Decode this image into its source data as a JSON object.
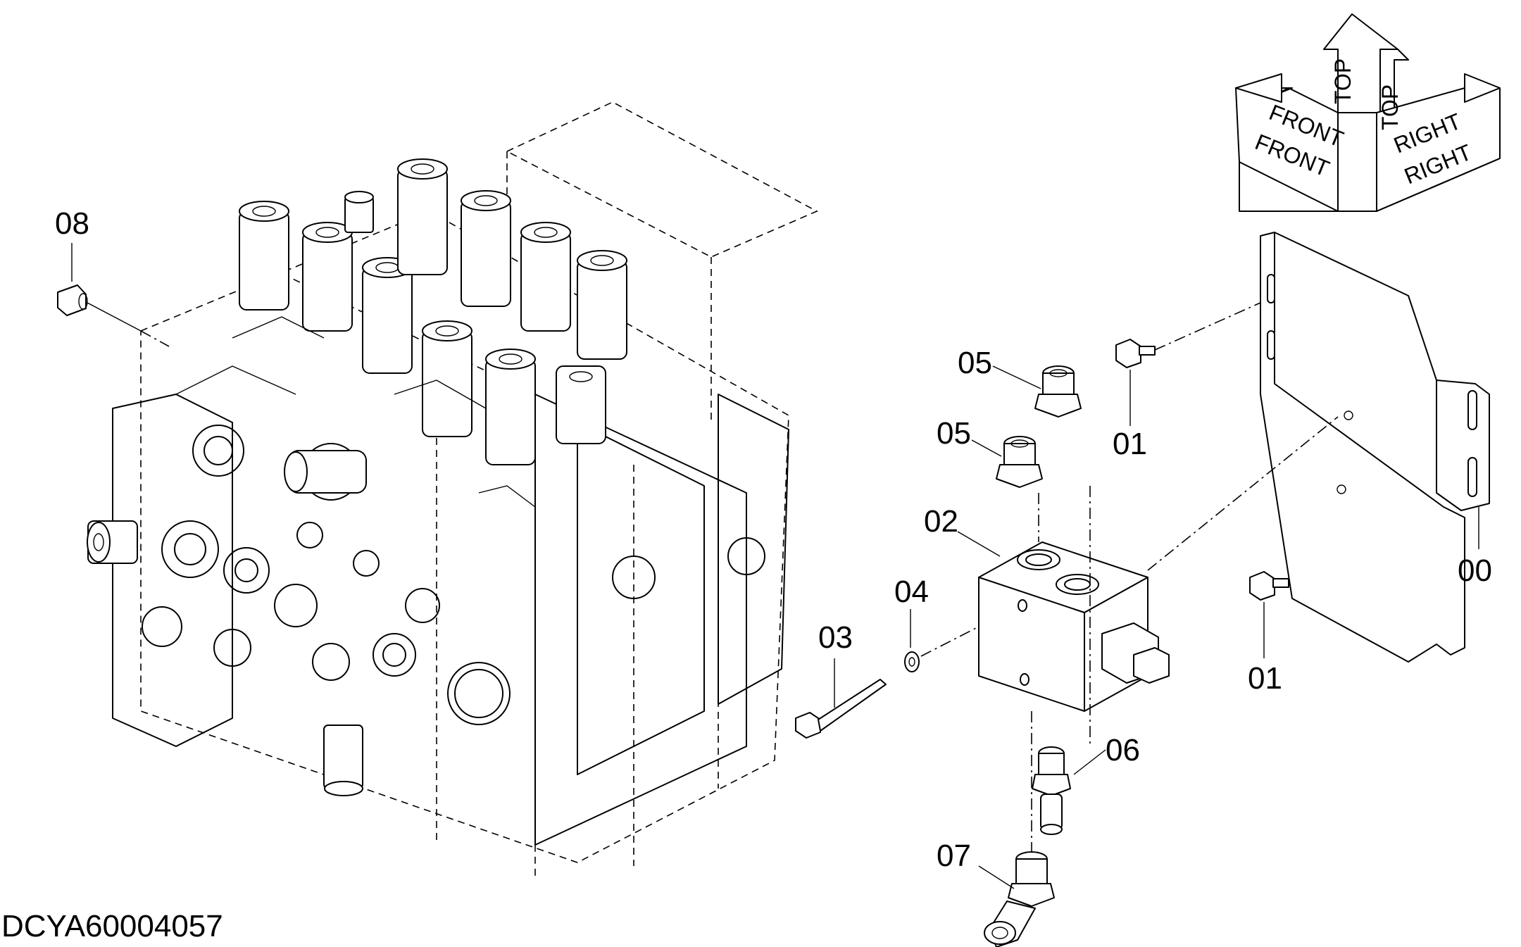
{
  "drawing_code": "DCYA60004057",
  "orientation": {
    "top_labels": [
      "TOP",
      "TOP"
    ],
    "front_labels": [
      "FRONT",
      "FRONT"
    ],
    "right_labels": [
      "RIGHT",
      "RIGHT"
    ]
  },
  "callouts": {
    "c00": "00",
    "c01a": "01",
    "c01b": "01",
    "c02": "02",
    "c03": "03",
    "c04": "04",
    "c05a": "05",
    "c05b": "05",
    "c06": "06",
    "c07": "07",
    "c08": "08"
  }
}
